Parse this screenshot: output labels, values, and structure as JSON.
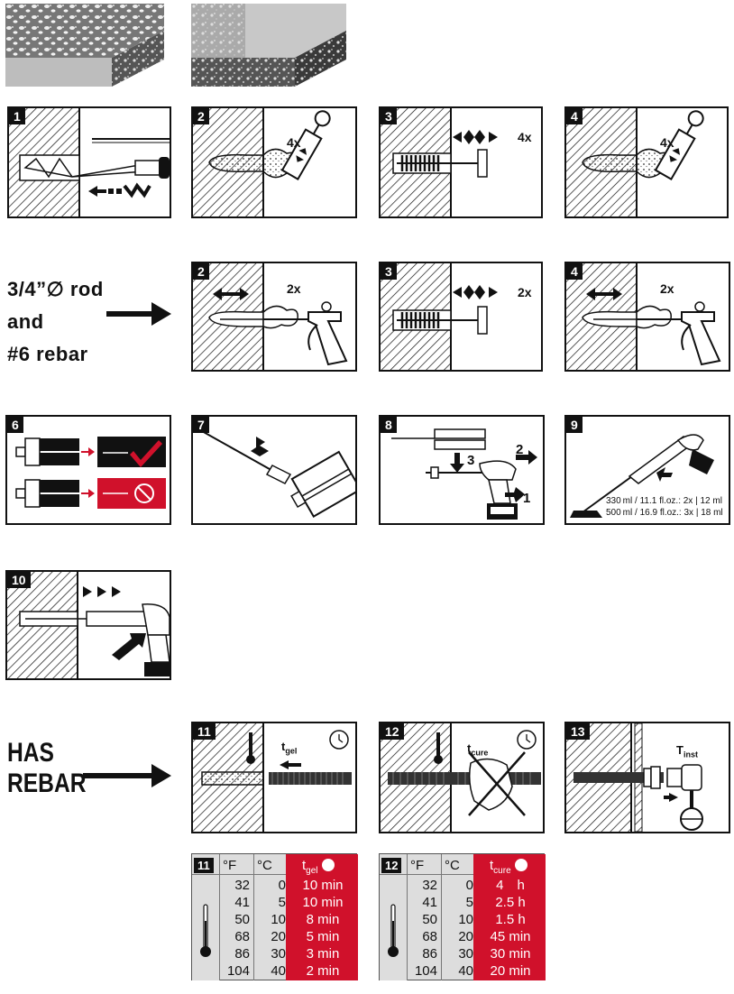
{
  "top_row": {
    "steps": [
      {
        "num": "1",
        "mult": "",
        "icon": "drill-icon"
      },
      {
        "num": "2",
        "mult": "4x",
        "icon": "blow-pump-icon"
      },
      {
        "num": "3",
        "mult": "4x",
        "icon": "brush-icon"
      },
      {
        "num": "4",
        "mult": "4x",
        "icon": "blow-pump-icon"
      }
    ]
  },
  "rod_row": {
    "label_lines": [
      "3/4”∅ rod",
      "and",
      "#6 rebar"
    ],
    "steps": [
      {
        "num": "2",
        "mult": "2x",
        "icon": "air-nozzle-icon"
      },
      {
        "num": "3",
        "mult": "2x",
        "icon": "brush-icon"
      },
      {
        "num": "4",
        "mult": "2x",
        "icon": "air-nozzle-icon"
      }
    ]
  },
  "prep_row": {
    "steps": [
      {
        "num": "6",
        "icon": "cartridge-check-icon"
      },
      {
        "num": "7",
        "icon": "mixer-attach-icon"
      },
      {
        "num": "8",
        "icon": "dispenser-load-icon",
        "arrows": [
          "2",
          "3",
          "1"
        ]
      },
      {
        "num": "9",
        "icon": "discard-icon",
        "lines": [
          "330 ml / 11.1 fl.oz.: 2x | 12 ml",
          "500 ml / 16.9 fl.oz.: 3x | 18 ml"
        ]
      }
    ]
  },
  "inject": {
    "num": "10",
    "icon": "inject-icon"
  },
  "rebar_row": {
    "label_lines": [
      "HAS",
      "REBAR"
    ],
    "steps": [
      {
        "num": "11",
        "label": "t",
        "sub": "gel",
        "icon": "clock-icon"
      },
      {
        "num": "12",
        "label": "t",
        "sub": "cure",
        "icon": "clock-icon"
      },
      {
        "num": "13",
        "label": "T",
        "sub": "inst",
        "icon": "torque-wrench-icon"
      }
    ]
  },
  "tables": [
    {
      "num": "11",
      "col_f": "°F",
      "col_c": "°C",
      "col_t": "t",
      "col_t_sub": "gel",
      "rows": [
        [
          "32",
          "0",
          "10 min"
        ],
        [
          "41",
          "5",
          "10 min"
        ],
        [
          "50",
          "10",
          "8 min"
        ],
        [
          "68",
          "20",
          "5 min"
        ],
        [
          "86",
          "30",
          "3 min"
        ],
        [
          "104",
          "40",
          "2 min"
        ]
      ]
    },
    {
      "num": "12",
      "col_f": "°F",
      "col_c": "°C",
      "col_t": "t",
      "col_t_sub": "cure",
      "rows": [
        [
          "32",
          "0",
          "4 h"
        ],
        [
          "41",
          "5",
          "2.5 h"
        ],
        [
          "50",
          "10",
          "1.5 h"
        ],
        [
          "68",
          "20",
          "45 min"
        ],
        [
          "86",
          "30",
          "30 min"
        ],
        [
          "104",
          "40",
          "20 min"
        ]
      ]
    }
  ],
  "colors": {
    "accent": "#d0112b",
    "ink": "#111111",
    "hatch": "#111111"
  }
}
